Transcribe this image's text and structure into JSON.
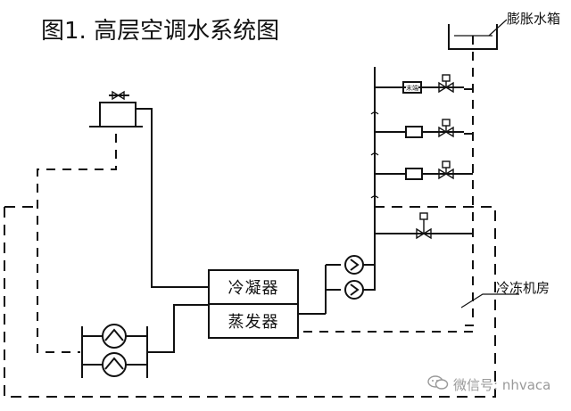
{
  "title": "图1. 高层空调水系统图",
  "labels": {
    "expansion_tank": "膨胀水箱",
    "chiller_room": "冷冻机房",
    "condenser": "冷凝器",
    "evaporator": "蒸发器",
    "terminal_unit": "末端"
  },
  "watermark": {
    "text": "微信号: nhvaca",
    "icon": "wechat-icon"
  },
  "colors": {
    "line": "#111111",
    "watermark": "#9a9a9a"
  }
}
